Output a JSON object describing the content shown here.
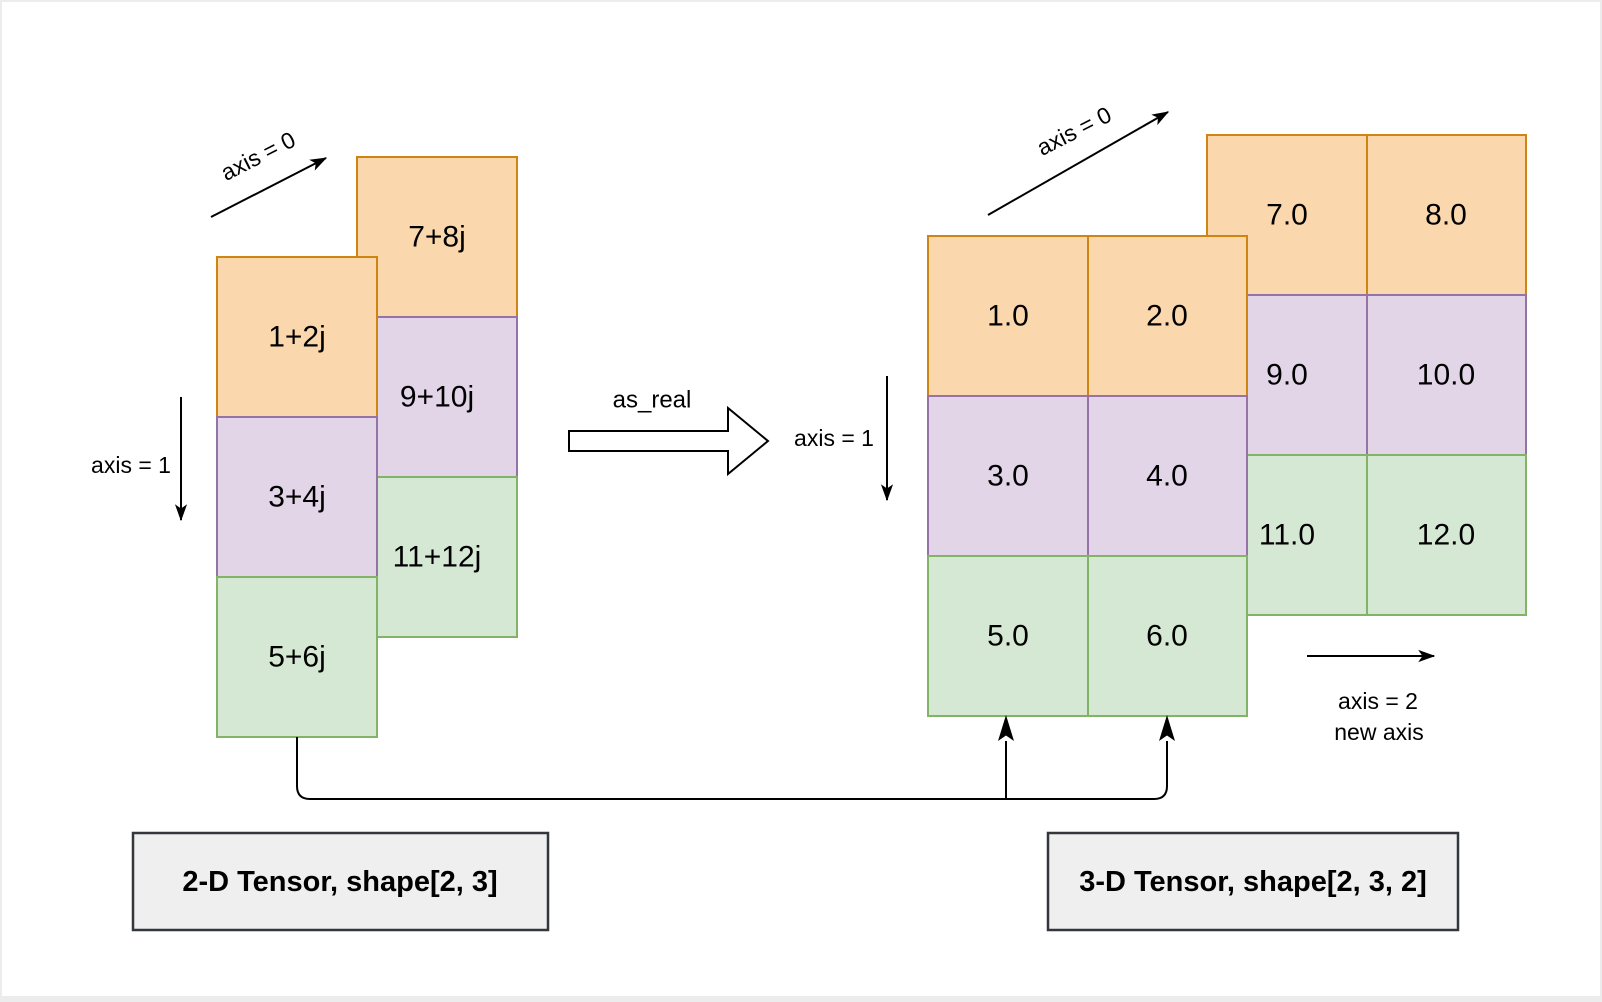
{
  "left_tensor": {
    "caption": "2-D Tensor, shape[2, 3]",
    "axis0": "axis = 0",
    "axis1": "axis = 1",
    "back_column": [
      "7+8j",
      "9+10j",
      "11+12j"
    ],
    "front_column": [
      "1+2j",
      "3+4j",
      "5+6j"
    ]
  },
  "transform": {
    "label": "as_real"
  },
  "right_tensor": {
    "caption": "3-D Tensor, shape[2, 3, 2]",
    "axis0": "axis = 0",
    "axis1": "axis = 1",
    "axis2": "axis = 2",
    "axis2_note": "new axis",
    "back_slab": [
      [
        "7.0",
        "8.0"
      ],
      [
        "9.0",
        "10.0"
      ],
      [
        "11.0",
        "12.0"
      ]
    ],
    "front_slab": [
      [
        "1.0",
        "2.0"
      ],
      [
        "3.0",
        "4.0"
      ],
      [
        "5.0",
        "6.0"
      ]
    ]
  },
  "palette": {
    "orange_fill": "#FAD7AD",
    "orange_stroke": "#CE8512",
    "purple_fill": "#E1D5E7",
    "purple_stroke": "#9673A6",
    "green_fill": "#D5E8D4",
    "green_stroke": "#82B366",
    "caption_fill": "#EFEFEF",
    "caption_stroke": "#33373B",
    "page_background": "#FFFFFF",
    "outer_border": "#ECECEC",
    "line_color": "#000000"
  }
}
